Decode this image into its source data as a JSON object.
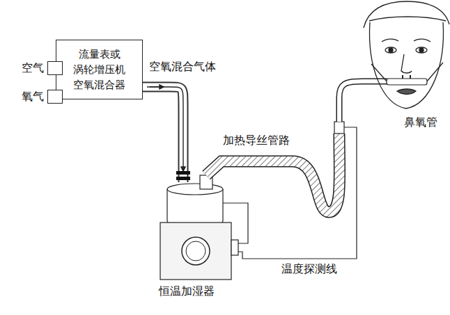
{
  "diagram": {
    "nodes": [
      {
        "text": [
          "流量表或 涡轮增压机",
          "空氧混合器"
        ]
      },
      {
        "text": [
          "空气"
        ]
      },
      {
        "text": [
          "氧气"
        ]
      },
      {
        "text": [
          "恒温加湿器"
        ]
      }
    ],
    "edges": [
      {
        "from": 0,
        "to": 3,
        "arrow": "to",
        "label": "空氧混合气体"
      }
    ],
    "labels": [
      "加热导丝管路",
      "鼻氧管",
      "温度探测线"
    ]
  }
}
